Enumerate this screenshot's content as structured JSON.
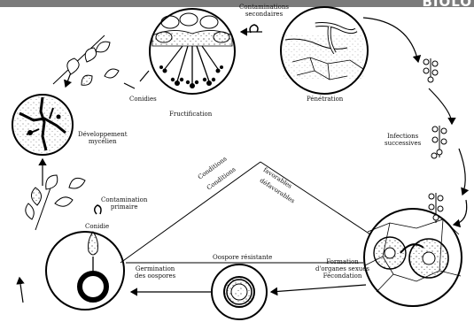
{
  "header": {
    "corner_text": "BIOLO"
  },
  "labels": {
    "contaminations_secondaires": [
      "Contaminations",
      "secondaires"
    ],
    "penetration": "Pénétration",
    "infections_successives": [
      "Infections",
      "successives"
    ],
    "formation": [
      "Formation",
      "d'organes sexués",
      "Fécondation"
    ],
    "oospore_resistante": "Oospore résistante",
    "germination": [
      "Germination",
      "des oospores"
    ],
    "conidie": "Conidie",
    "contamination_primaire": [
      "Contamination",
      "primaire"
    ],
    "developpement": [
      "Développement",
      "mycélien"
    ],
    "conidies": "Conidies",
    "fructification": "Fructification",
    "conditions_1": "Conditions",
    "conditions_2": "Conditions",
    "favorables": "favorables",
    "defavorables": "défavorables"
  }
}
